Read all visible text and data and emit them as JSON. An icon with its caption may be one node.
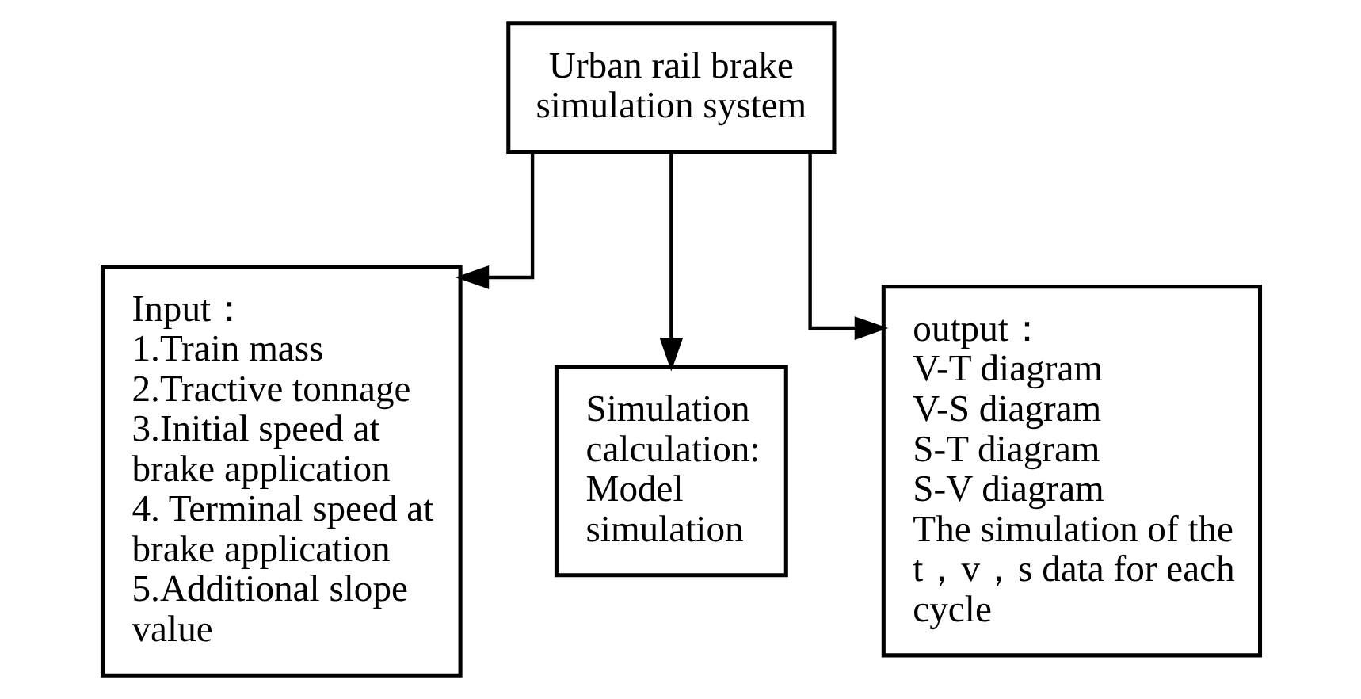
{
  "diagram": {
    "nodes": [
      {
        "text": [
          "Urban rail brake simulation system"
        ]
      },
      {
        "text": [
          "Input：",
          "1.Train mass",
          "2.Tractive tonnage",
          "3.Initial speed at brake application",
          "4. Terminal speed at brake application",
          "5.Additional slope value"
        ]
      },
      {
        "text": [
          "Simulation calculation: Model simulation"
        ]
      },
      {
        "text": [
          "output：",
          "V-T diagram",
          "V-S diagram",
          "S-T diagram",
          "S-V diagram",
          "The simulation of the t，v，s data for each cycle"
        ]
      }
    ],
    "edges": [
      {
        "from": 0,
        "to": 1,
        "arrow": "to"
      },
      {
        "from": 0,
        "to": 2,
        "arrow": "to"
      },
      {
        "from": 0,
        "to": 3,
        "arrow": "to"
      }
    ]
  }
}
